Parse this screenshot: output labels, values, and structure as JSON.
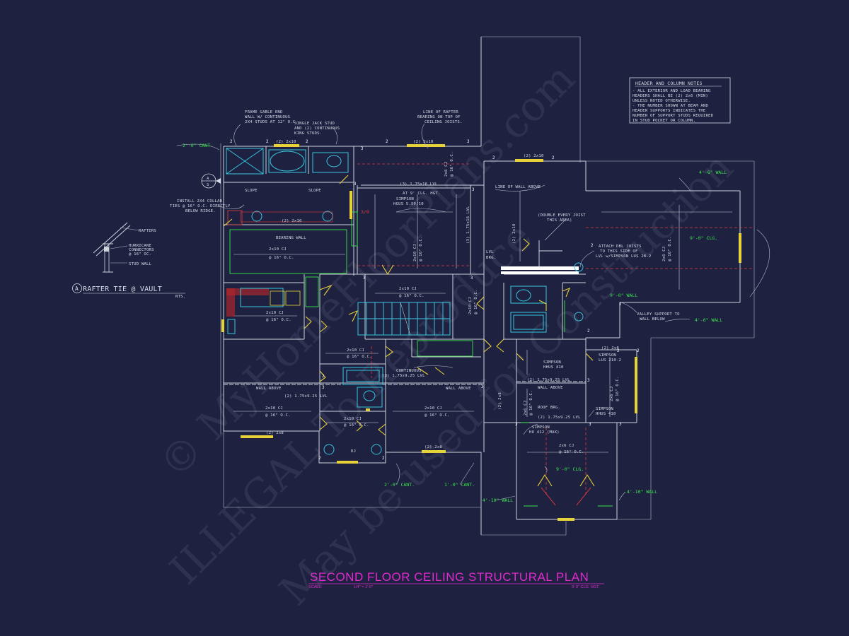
{
  "title": "SECOND FLOOR CEILING STRUCTURAL PLAN",
  "scale": {
    "label": "SCALE:",
    "value": "1/4\" = 1'-0\"",
    "ceiling": "9'-0\" CLG. HGT."
  },
  "notes": {
    "heading": "HEADER AND COLUMN NOTES",
    "lines": [
      "- ALL EXTERIOR AND LOAD BEARING",
      "HEADERS SHALL BE (2) 2x6 (MIN)",
      "UNLESS NOTED OTHERWISE.",
      "- THE NUMBER SHOWN AT BEAM AND",
      "HEADER SUPPORTS INDICATES THE",
      "NUMBER OF SUPPORT STUDS REQUIRED",
      "IN STUD POCKET OR COLUMN."
    ]
  },
  "detail": {
    "marker": "A",
    "title": "RAFTER TIE @ VAULT",
    "nts": "NTS.",
    "rafters": "RAFTERS",
    "hurricane": "HURRICANE",
    "connectors": "CONNECTORS",
    "oc": "@ 16\" OC.",
    "studwall": "STUD WALL"
  },
  "section_marker": {
    "top": "A",
    "bottom": "S"
  },
  "callouts": {
    "gable_1": "FRAME GABLE END",
    "gable_2": "WALL W/ CONTINUOUS",
    "gable_3": "2X4 STUDS AT 12\" O.C.",
    "jack_1": "SINGLE JACK STUD",
    "jack_2": "AND (2) CONTINUOUS",
    "jack_3": "KING STUDS.",
    "rafter_1": "LINE OF RAFTER",
    "rafter_2": "BEARING ON TOP OF",
    "rafter_3": "CEILING JOISTS.",
    "collar_1": "INSTALL 2X4 COLLAR",
    "collar_2": "TIES @ 16\" O.C. DIRECTLY",
    "collar_3": "BELOW RIDGE.",
    "double_1": "(DOUBLE EVERY JOIST",
    "double_2": "THIS AREA)",
    "attach_1": "ATTACH DBL JOISTS",
    "attach_2": "TO THIS SIDE OF",
    "attach_3": "LVL w/SIMPSON LUS 28-2",
    "valley_1": "VALLEY SUPPORT TO",
    "valley_2": "WALL BELOW",
    "continuous": "CONTINUOUS",
    "roof_brg": "ROOF BRG.",
    "lvl_brg_1": "LVL",
    "lvl_brg_2": "BRG.",
    "line_wall": "LINE OF WALL ABOVE",
    "wall_above_1": "WALL ABOVE",
    "wall_above_2": "WALL ABOVE",
    "wall_above_3": "WALL ABOVE",
    "bearing_wall": "BEARING WALL",
    "slope_1": "SLOPE",
    "slope_2": "SLOPE",
    "dj": "DJ"
  },
  "green_labels": {
    "cant_2ft_top": "2'-0\" CANT.",
    "wall_4_6_top": "4'-6\" WALL",
    "clg_9_right": "9'-0\" CLG.",
    "wall_9": "9'-0\" WALL",
    "wall_4_6_mid": "4'-6\" WALL",
    "clg_9_bottom": "9'-0\" CLG.",
    "wall_4_10_left": "4'-10\" WALL",
    "wall_4_10_right": "4'-10\" WALL",
    "cant_2ft_bottom": "2'-0\" CANT.",
    "cant_1ft": "1'-0\" CANT.",
    "red_mark": "3/0"
  },
  "members": {
    "h1": "(2) 2x10",
    "h2": "(2) 2x10",
    "h3": "(2) 2x10",
    "h4": "(2) 2x10",
    "h5": "(2) 2x8",
    "h6": "(2) 2x8",
    "h7": "(2) 2x8",
    "lvl_top": "(3) 1.75x16 LVL",
    "lvl_top_sub": "AT 9' CLG. HGT.",
    "simpson_top_1": "SIMPSON",
    "simpson_top_2": "HGUS 5.50/10",
    "lvl_mid": "(2) 1.75x9.25 LVL",
    "lvl_mid2": "(3) 1.75x9.25 LVL",
    "lvl_right": "(2) 1.75x9.25 LVL",
    "lvl_right2": "(2) 1.75x9.25 LVL",
    "simpson_hhus_1": "SIMPSON",
    "simpson_hhus_2": "HHUS 410",
    "simpson_lus_1": "SIMPSON",
    "simpson_lus_2": "LUS 210-2",
    "simpson_h_1": "SIMPSON",
    "simpson_h_2": "HHUS 410",
    "simpson_hu_1": "SIMPSON",
    "simpson_hu_2": "HU 412 (MAX)",
    "cj_2x10": "2x10 CJ",
    "cj_2x6": "2x6 CJ",
    "oc16": "@ 16\" O.C."
  }
}
